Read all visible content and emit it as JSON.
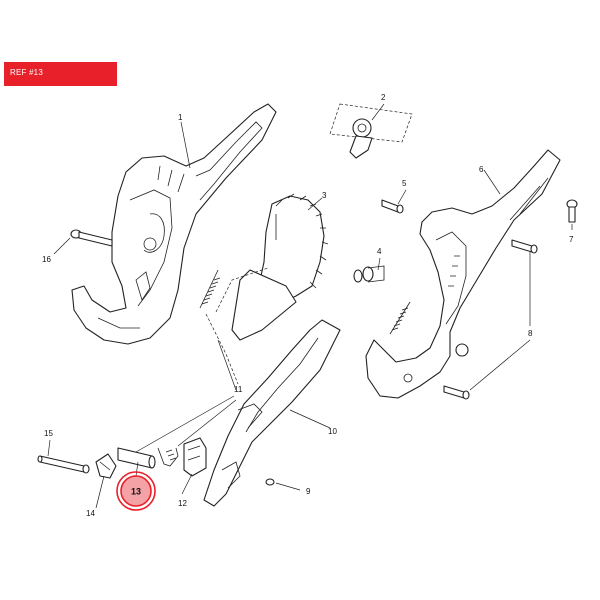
{
  "header": {
    "ref_label": "REF #13"
  },
  "highlight": {
    "label": "13",
    "color": "#e8202a"
  },
  "callouts": [
    {
      "id": "1",
      "label": "1"
    },
    {
      "id": "2",
      "label": "2"
    },
    {
      "id": "3",
      "label": "3"
    },
    {
      "id": "4",
      "label": "4"
    },
    {
      "id": "5",
      "label": "5"
    },
    {
      "id": "6",
      "label": "6"
    },
    {
      "id": "7",
      "label": "7"
    },
    {
      "id": "8",
      "label": "8"
    },
    {
      "id": "9",
      "label": "9"
    },
    {
      "id": "10",
      "label": "10"
    },
    {
      "id": "11",
      "label": "11"
    },
    {
      "id": "12",
      "label": "12"
    },
    {
      "id": "14",
      "label": "14"
    },
    {
      "id": "15",
      "label": "15"
    },
    {
      "id": "16",
      "label": "16"
    }
  ]
}
